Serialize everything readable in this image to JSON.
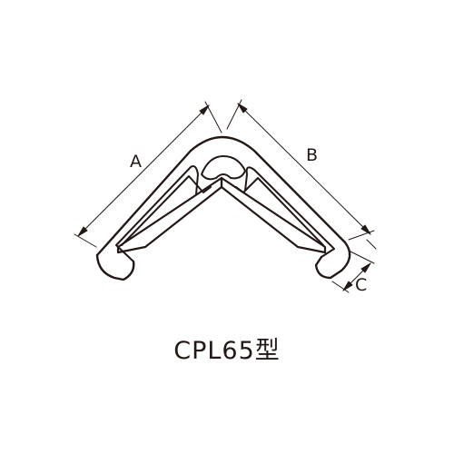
{
  "diagram": {
    "dimension_labels": {
      "a": "A",
      "b": "B",
      "c": "C"
    },
    "caption": "CPL65型",
    "colors": {
      "line": "#231815",
      "background": "#ffffff"
    }
  }
}
